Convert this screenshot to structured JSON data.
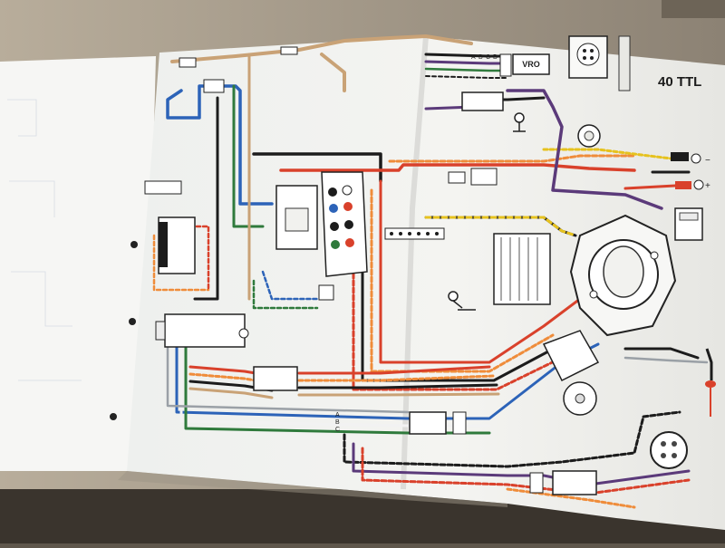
{
  "diagram": {
    "title": "40 TTL",
    "vro_label": "VRO",
    "footer_label": "",
    "plus_label": "+",
    "minus_label": "−",
    "pin_letters": [
      "A",
      "B",
      "C",
      "D"
    ],
    "wire_colors": {
      "red": "#d9412b",
      "orange": "#ef8c3a",
      "purple": "#5b3a7a",
      "black": "#1c1c1c",
      "blue": "#2c63b8",
      "green": "#2f7a3c",
      "yellow": "#e6c21e",
      "tan": "#c9a276",
      "white": "#f2f2f2",
      "gray": "#9aa0a6"
    }
  }
}
